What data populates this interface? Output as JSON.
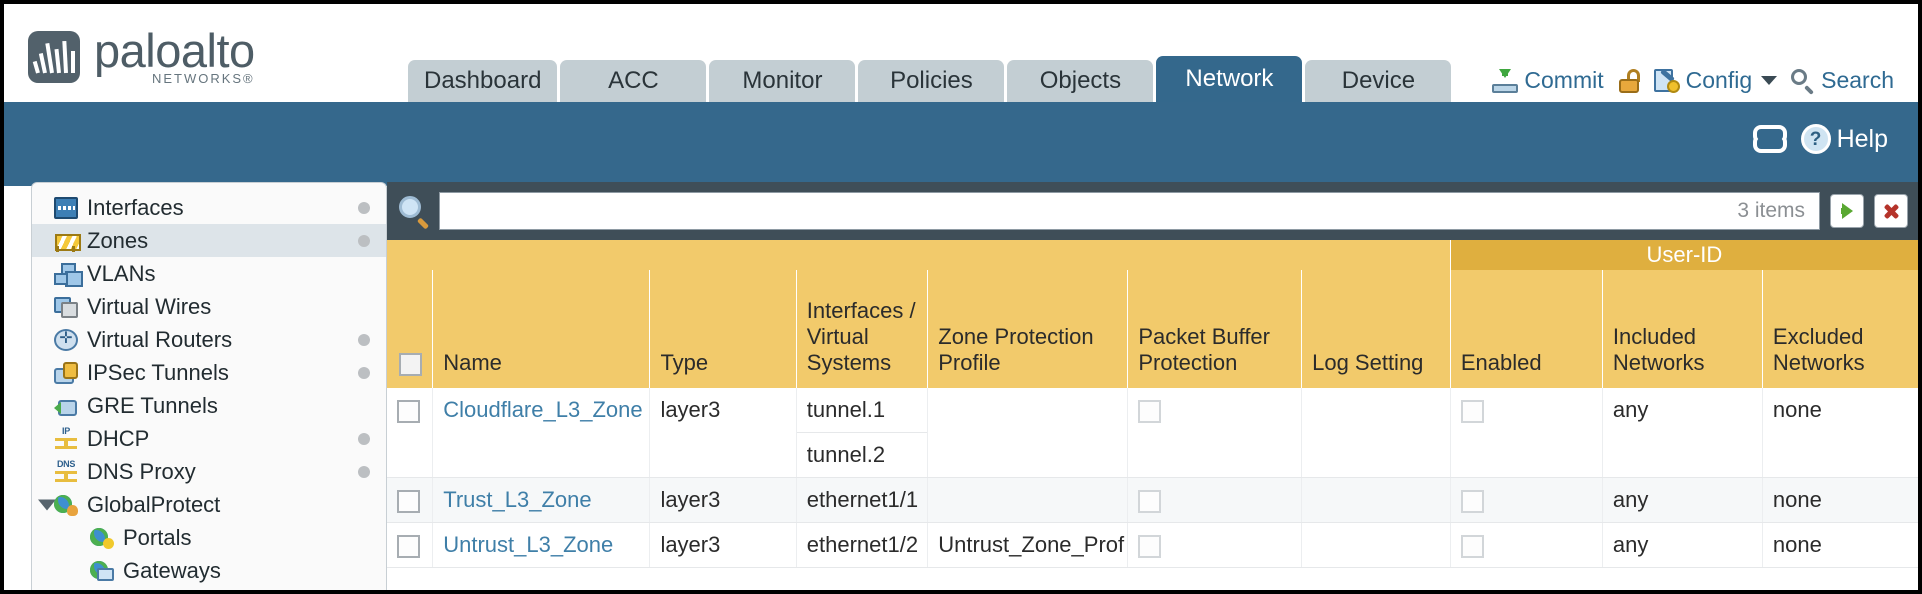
{
  "brand": {
    "name": "paloalto",
    "sub": "NETWORKS®",
    "logo_icon": "paloalto-logo-icon"
  },
  "nav": {
    "tabs": [
      {
        "label": "Dashboard",
        "active": false
      },
      {
        "label": "ACC",
        "active": false
      },
      {
        "label": "Monitor",
        "active": false
      },
      {
        "label": "Policies",
        "active": false
      },
      {
        "label": "Objects",
        "active": false
      },
      {
        "label": "Network",
        "active": true
      },
      {
        "label": "Device",
        "active": false
      }
    ]
  },
  "top_actions": {
    "commit": "Commit",
    "lock_icon": "lock-icon",
    "config": "Config",
    "search": "Search"
  },
  "band": {
    "refresh_icon": "refresh-icon",
    "help": "Help"
  },
  "sidebar": {
    "items": [
      {
        "label": "Interfaces",
        "icon": "interfaces-icon",
        "selected": false,
        "dot": true,
        "child": false,
        "expander": false
      },
      {
        "label": "Zones",
        "icon": "zones-icon",
        "selected": true,
        "dot": true,
        "child": false,
        "expander": false
      },
      {
        "label": "VLANs",
        "icon": "vlans-icon",
        "selected": false,
        "dot": false,
        "child": false,
        "expander": false
      },
      {
        "label": "Virtual Wires",
        "icon": "virtual-wires-icon",
        "selected": false,
        "dot": false,
        "child": false,
        "expander": false
      },
      {
        "label": "Virtual Routers",
        "icon": "virtual-routers-icon",
        "selected": false,
        "dot": true,
        "child": false,
        "expander": false
      },
      {
        "label": "IPSec Tunnels",
        "icon": "ipsec-tunnels-icon",
        "selected": false,
        "dot": true,
        "child": false,
        "expander": false
      },
      {
        "label": "GRE Tunnels",
        "icon": "gre-tunnels-icon",
        "selected": false,
        "dot": false,
        "child": false,
        "expander": false
      },
      {
        "label": "DHCP",
        "icon": "dhcp-icon",
        "selected": false,
        "dot": true,
        "child": false,
        "expander": false
      },
      {
        "label": "DNS Proxy",
        "icon": "dns-proxy-icon",
        "selected": false,
        "dot": true,
        "child": false,
        "expander": false
      },
      {
        "label": "GlobalProtect",
        "icon": "globalprotect-icon",
        "selected": false,
        "dot": false,
        "child": false,
        "expander": true
      },
      {
        "label": "Portals",
        "icon": "portals-icon",
        "selected": false,
        "dot": false,
        "child": true,
        "expander": false
      },
      {
        "label": "Gateways",
        "icon": "gateways-icon",
        "selected": false,
        "dot": false,
        "child": true,
        "expander": false
      }
    ]
  },
  "search": {
    "value": "",
    "placeholder": "",
    "items_count": "3 items",
    "apply_icon": "apply-filter-arrow-icon",
    "clear_icon": "clear-filter-x-icon",
    "search_icon": "search-icon"
  },
  "table": {
    "group_header": "User-ID",
    "columns": [
      "Name",
      "Type",
      "Interfaces / Virtual Systems",
      "Zone Protection Profile",
      "Packet Buffer Protection",
      "Log Setting",
      "Enabled",
      "Included Networks",
      "Excluded Networks"
    ],
    "rows": [
      {
        "name": "Cloudflare_L3_Zone",
        "type": "layer3",
        "interfaces": [
          "tunnel.1",
          "tunnel.2"
        ],
        "zone_protection_profile": "",
        "packet_buffer_protection": false,
        "log_setting": "",
        "userid_enabled": false,
        "included_networks": "any",
        "excluded_networks": "none"
      },
      {
        "name": "Trust_L3_Zone",
        "type": "layer3",
        "interfaces": [
          "ethernet1/1"
        ],
        "zone_protection_profile": "",
        "packet_buffer_protection": false,
        "log_setting": "",
        "userid_enabled": false,
        "included_networks": "any",
        "excluded_networks": "none"
      },
      {
        "name": "Untrust_L3_Zone",
        "type": "layer3",
        "interfaces": [
          "ethernet1/2"
        ],
        "zone_protection_profile": "Untrust_Zone_Prof",
        "packet_buffer_protection": false,
        "log_setting": "",
        "userid_enabled": false,
        "included_networks": "any",
        "excluded_networks": "none"
      }
    ]
  },
  "colors": {
    "brand_blue": "#35688c",
    "table_header": "#f2ca6b",
    "group_header": "#dfaf3f",
    "link": "#3f7fa8",
    "panel_dark": "#3f4e58"
  }
}
